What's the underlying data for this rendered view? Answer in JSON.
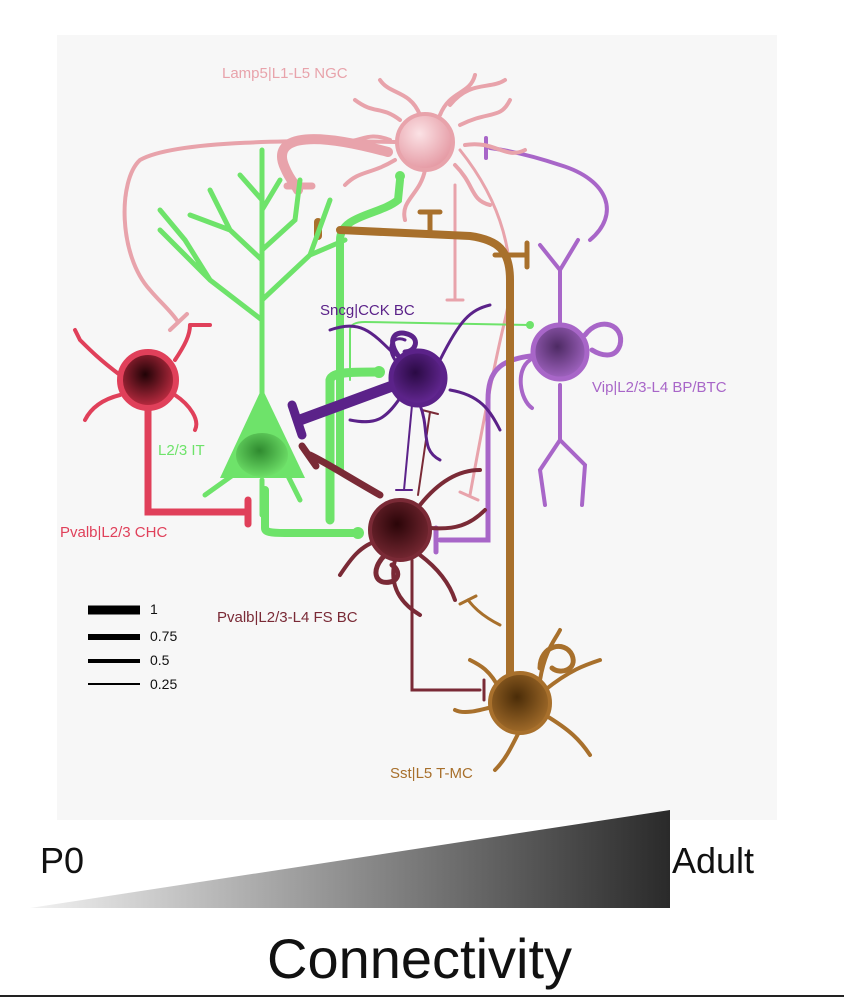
{
  "cells": {
    "ngc": {
      "label": "Lamp5|L1-L5 NGC",
      "color": "#e8a3ab"
    },
    "l23it": {
      "label": "L2/3 IT",
      "color": "#6ee36a"
    },
    "sncg": {
      "label": "Sncg|CCK BC",
      "color": "#5b2289"
    },
    "vip": {
      "label": "Vip|L2/3-L4 BP/BTC",
      "color": "#a866c8"
    },
    "chc": {
      "label": "Pvalb|L2/3 CHC",
      "color": "#e0405a"
    },
    "fsbc": {
      "label": "Pvalb|L2/3-L4 FS BC",
      "color": "#7a2a36"
    },
    "tmc": {
      "label": "Sst|L5 T-MC",
      "color": "#a8702c"
    }
  },
  "legend": {
    "items": [
      {
        "label": "1",
        "weight": 1
      },
      {
        "label": "0.75",
        "weight": 0.75
      },
      {
        "label": "0.5",
        "weight": 0.5
      },
      {
        "label": "0.25",
        "weight": 0.25
      }
    ]
  },
  "development": {
    "start_label": "P0",
    "end_label": "Adult",
    "axis_label": "Connectivity"
  }
}
